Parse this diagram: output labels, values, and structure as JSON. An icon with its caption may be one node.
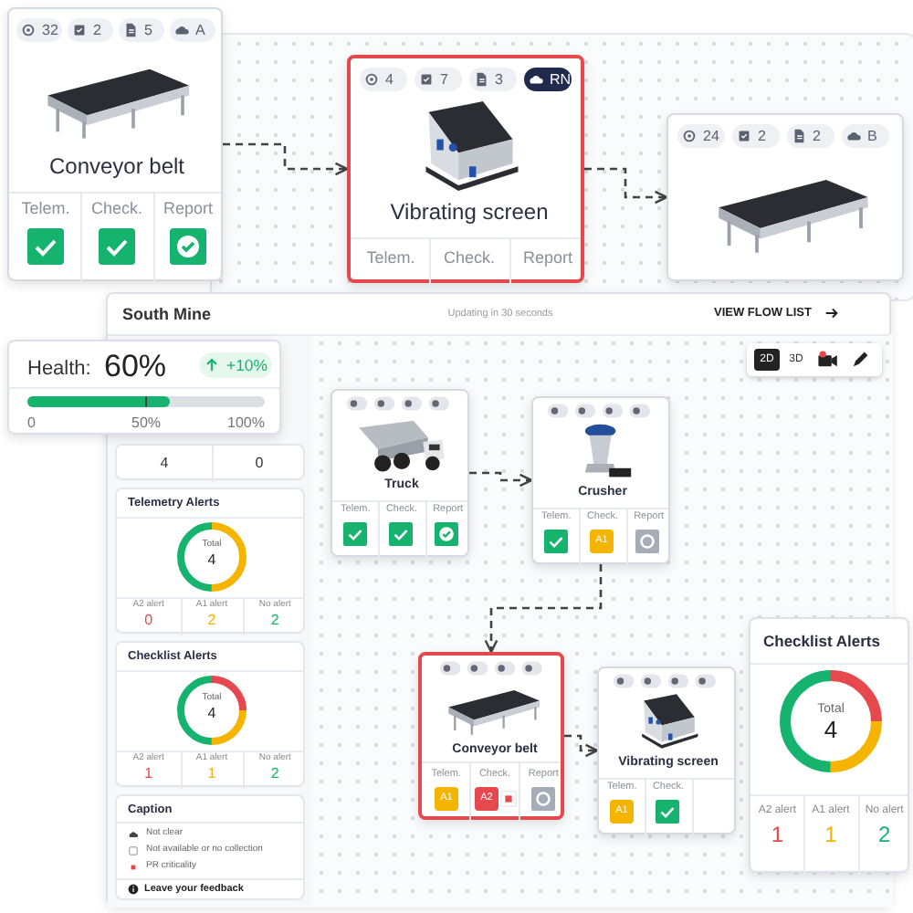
{
  "diagram": {
    "nodes": [
      {
        "text": [
          "32",
          "2",
          "5",
          "A",
          "Conveyor belt",
          "Telem.",
          "Check.",
          "Report"
        ]
      },
      {
        "text": [
          "4",
          "7",
          "3",
          "RN",
          "Vibrating screen",
          "Telem.",
          "Check.",
          "Report"
        ]
      },
      {
        "text": [
          "24",
          "2",
          "2",
          "B"
        ]
      },
      {
        "text": [
          "South Mine",
          "Updating in 30 seconds",
          "VIEW FLOW LIST",
          "2D",
          "3D"
        ]
      },
      {
        "text": [
          "Health:",
          "60%",
          "+10%",
          "0",
          "50%",
          "100%"
        ]
      },
      {
        "text": [
          "4",
          "0"
        ],
        "in": 3
      },
      {
        "text": [
          "Telemetry Alerts",
          "Total",
          "4",
          "A2 alert",
          "0",
          "A1 alert",
          "2",
          "No alert",
          "2"
        ],
        "in": 3
      },
      {
        "text": [
          "Checklist Alerts",
          "Total",
          "4",
          "A2 alert",
          "1",
          "A1 alert",
          "1",
          "No alert",
          "2"
        ],
        "in": 3
      },
      {
        "text": [
          "Caption",
          "Not clear",
          "Not available or no collection",
          "PR criticality",
          "Leave your feedback"
        ],
        "in": 3
      },
      {
        "text": [
          "Truck",
          "Telem.",
          "Check.",
          "Report"
        ],
        "in": 3
      },
      {
        "text": [
          "Crusher",
          "Telem.",
          "Check.",
          "Report",
          "A1"
        ],
        "in": 3
      },
      {
        "text": [
          "Conveyor belt",
          "Telem.",
          "Check.",
          "Report",
          "A1",
          "A2"
        ],
        "in": 3
      },
      {
        "text": [
          "Vibrating screen",
          "Telem.",
          "Check.",
          "A1"
        ],
        "in": 3
      },
      {
        "text": [
          "Checklist Alerts",
          "Total",
          "4",
          "A2 alert",
          "1",
          "A1 alert",
          "1",
          "No alert",
          "2"
        ]
      }
    ],
    "edges": [
      {
        "from": 0,
        "to": 1,
        "arrow": "to",
        "style": "dashed"
      },
      {
        "from": 1,
        "to": 2,
        "arrow": "to",
        "style": "dashed"
      },
      {
        "from": 9,
        "to": 10,
        "arrow": "to",
        "style": "dashed"
      },
      {
        "from": 10,
        "to": 11,
        "arrow": "to",
        "style": "dashed"
      },
      {
        "from": 11,
        "to": 12,
        "arrow": "to",
        "style": "dashed"
      }
    ]
  }
}
